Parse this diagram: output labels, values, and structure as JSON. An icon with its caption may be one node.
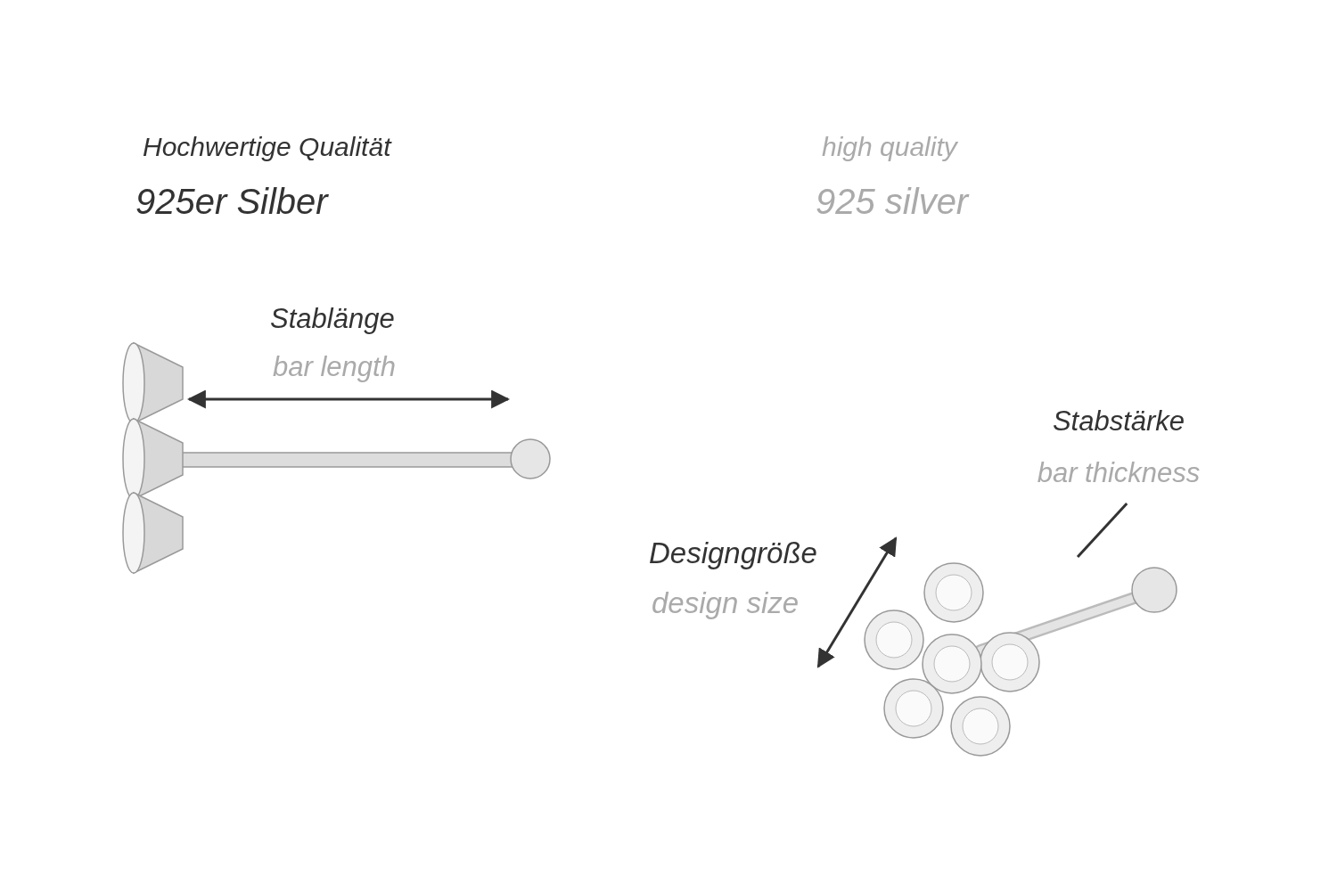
{
  "diagram": {
    "nodes": [
      {
        "text": [
          "Stabstärke",
          "bar thickness"
        ]
      },
      {
        "text": [],
        "shape": "picture"
      }
    ],
    "edges": [
      {
        "from": 0,
        "to": 1,
        "arrow": "none"
      }
    ],
    "labels": [
      "Hochwertige Qualität",
      "high quality",
      "925er Silber",
      "925 silver",
      "Stablänge",
      "bar length",
      "Designgröße",
      "design size"
    ]
  }
}
